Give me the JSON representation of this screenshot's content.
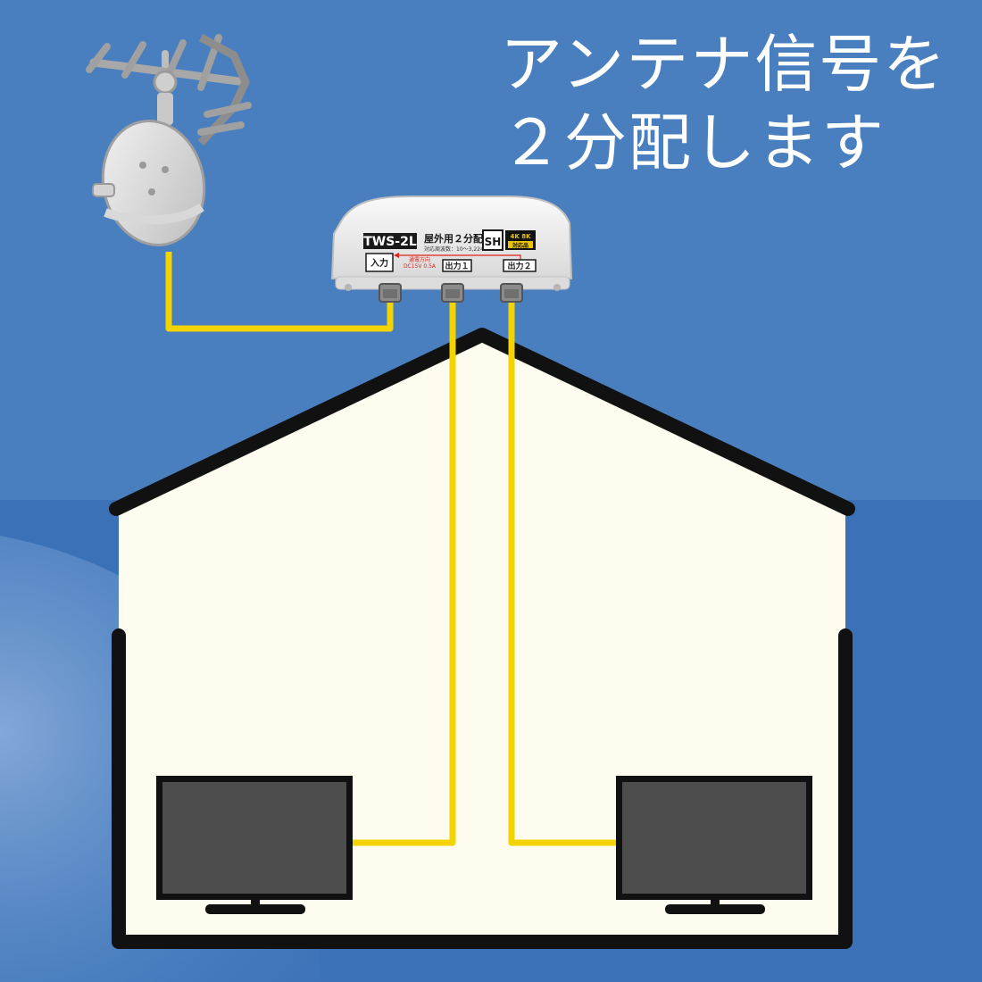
{
  "headline": {
    "line1": "アンテナ信号を",
    "line2": "２分配します"
  },
  "splitter": {
    "model": "TWS-2L",
    "product_name": "屋外用２分配器",
    "spec": "対応周波数：10～3,224MHz",
    "badge_sh": "SH",
    "badge_4k8k_top": "4K 8K",
    "badge_4k8k_bottom": "対応品",
    "port_input": "入力",
    "port_output1": "出力１",
    "port_output2": "出力２",
    "power_direction": "通電方向",
    "power_spec": "DC15V 0.5A"
  },
  "colors": {
    "sky": "#4a7fbf",
    "house_wall": "#fdfcee",
    "roof_outline": "#111111",
    "cable": "#f3d400",
    "tv_screen": "#4d4d4d",
    "tv_frame": "#111111",
    "splitter_body": "#eeeeee",
    "model_label": "#1a1a1a",
    "direction_arrow": "#e2231a"
  }
}
